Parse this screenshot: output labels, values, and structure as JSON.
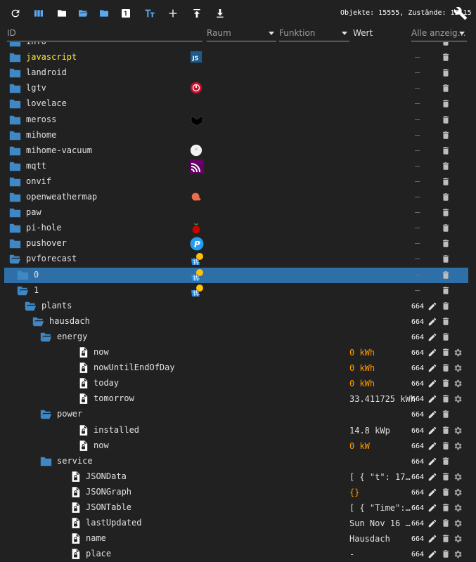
{
  "toolbar": {
    "buttons": [
      "refresh-icon",
      "columns-icon",
      "folder-icon",
      "folder-open-icon",
      "folder-closed-icon",
      "number-one-icon",
      "text-size-icon",
      "add-icon",
      "upload-icon",
      "download-icon"
    ],
    "stats": "Objekte: 15555, Zustände: 13115"
  },
  "header": {
    "id": "ID",
    "room": "Raum",
    "function": "Funktion",
    "value": "Wert",
    "filter": "Alle anzeig…"
  },
  "rows": [
    {
      "name": "info",
      "type": "folder",
      "level": 0,
      "dash": "—",
      "partial": true
    },
    {
      "name": "javascript",
      "type": "folder",
      "level": 0,
      "icon": "js",
      "dash": "—",
      "highlight": true
    },
    {
      "name": "landroid",
      "type": "folder",
      "level": 0,
      "dash": "—"
    },
    {
      "name": "lgtv",
      "type": "folder",
      "level": 0,
      "icon": "lgtv",
      "dash": "—"
    },
    {
      "name": "lovelace",
      "type": "folder",
      "level": 0,
      "dash": "—"
    },
    {
      "name": "meross",
      "type": "folder",
      "level": 0,
      "icon": "meross",
      "dash": "—"
    },
    {
      "name": "mihome",
      "type": "folder",
      "level": 0,
      "dash": "—"
    },
    {
      "name": "mihome-vacuum",
      "type": "folder",
      "level": 0,
      "icon": "vacuum",
      "dash": "—"
    },
    {
      "name": "mqtt",
      "type": "folder",
      "level": 0,
      "icon": "mqtt",
      "dash": "—"
    },
    {
      "name": "onvif",
      "type": "folder",
      "level": 0,
      "dash": "—"
    },
    {
      "name": "openweathermap",
      "type": "folder",
      "level": 0,
      "icon": "owm",
      "dash": "—"
    },
    {
      "name": "paw",
      "type": "folder",
      "level": 0,
      "dash": "—"
    },
    {
      "name": "pi-hole",
      "type": "folder",
      "level": 0,
      "icon": "pihole",
      "dash": "—"
    },
    {
      "name": "pushover",
      "type": "folder",
      "level": 0,
      "icon": "pushover",
      "dash": "—"
    },
    {
      "name": "pvforecast",
      "type": "folder-open",
      "level": 0,
      "icon": "pv",
      "dash": "—"
    },
    {
      "name": "0",
      "type": "folder",
      "level": 1,
      "icon": "pv",
      "dash": "—",
      "selected": true
    },
    {
      "name": "1",
      "type": "folder-open",
      "level": 1,
      "icon": "pv",
      "dash": "—"
    },
    {
      "name": "plants",
      "type": "folder-open",
      "level": 2,
      "acl": "664"
    },
    {
      "name": "hausdach",
      "type": "folder-open",
      "level": 3,
      "acl": "664"
    },
    {
      "name": "energy",
      "type": "folder-open",
      "level": 4,
      "acl": "664"
    },
    {
      "name": "now",
      "type": "file",
      "level": 5,
      "acl": "664",
      "value": "0 kWh",
      "orange": true,
      "gear": true
    },
    {
      "name": "nowUntilEndOfDay",
      "type": "file",
      "level": 5,
      "acl": "664",
      "value": "0 kWh",
      "orange": true,
      "gear": true
    },
    {
      "name": "today",
      "type": "file",
      "level": 5,
      "acl": "664",
      "value": "0 kWh",
      "orange": true,
      "gear": true
    },
    {
      "name": "tomorrow",
      "type": "file",
      "level": 5,
      "acl": "664",
      "value": "33.411725 kWh",
      "gear": true
    },
    {
      "name": "power",
      "type": "folder-open",
      "level": 4,
      "acl": "664"
    },
    {
      "name": "installed",
      "type": "file",
      "level": 5,
      "acl": "664",
      "value": "14.8 kWp",
      "gear": true
    },
    {
      "name": "now",
      "type": "file",
      "level": 5,
      "acl": "664",
      "value": "0 kW",
      "orange": true,
      "gear": true
    },
    {
      "name": "service",
      "type": "folder",
      "level": 4,
      "acl": "664"
    },
    {
      "name": "JSONData",
      "type": "file",
      "level": 4,
      "acl": "664",
      "value": "[ { \"t\": 17…",
      "gear": true
    },
    {
      "name": "JSONGraph",
      "type": "file",
      "level": 4,
      "acl": "664",
      "value": "{}",
      "orange": true,
      "gear": true
    },
    {
      "name": "JSONTable",
      "type": "file",
      "level": 4,
      "acl": "664",
      "value": "[ { \"Time\":…",
      "gear": true
    },
    {
      "name": "lastUpdated",
      "type": "file",
      "level": 4,
      "acl": "664",
      "value": "Sun Nov 16 …",
      "gear": true
    },
    {
      "name": "name",
      "type": "file",
      "level": 4,
      "acl": "664",
      "value": "Hausdach",
      "gear": true
    },
    {
      "name": "place",
      "type": "file",
      "level": 4,
      "acl": "664",
      "value": "-",
      "gear": true
    }
  ],
  "colors": {
    "folder": "#3f88c5",
    "selected": "#2f6fa7",
    "orange": "#ff9800",
    "highlight": "#ffeb3b"
  }
}
